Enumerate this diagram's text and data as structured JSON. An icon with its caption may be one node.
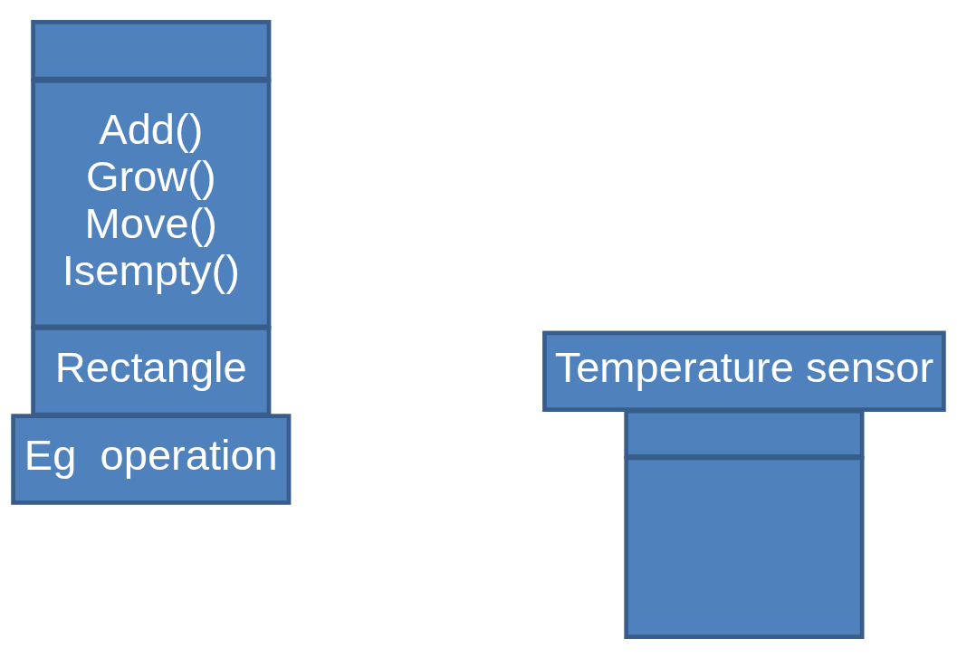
{
  "diagram": {
    "nodes": [
      {
        "text": [
          "Rectangle"
        ]
      },
      {
        "text": [],
        "shape": "box"
      },
      {
        "text": [
          "Add()",
          "Grow()",
          "Move()",
          "Isempty()"
        ]
      },
      {
        "text": [
          "Temperature sensor"
        ]
      },
      {
        "text": [],
        "shape": "box"
      },
      {
        "text": [],
        "shape": "box"
      },
      {
        "text": [
          "Eg  operation"
        ]
      }
    ],
    "edges": []
  }
}
